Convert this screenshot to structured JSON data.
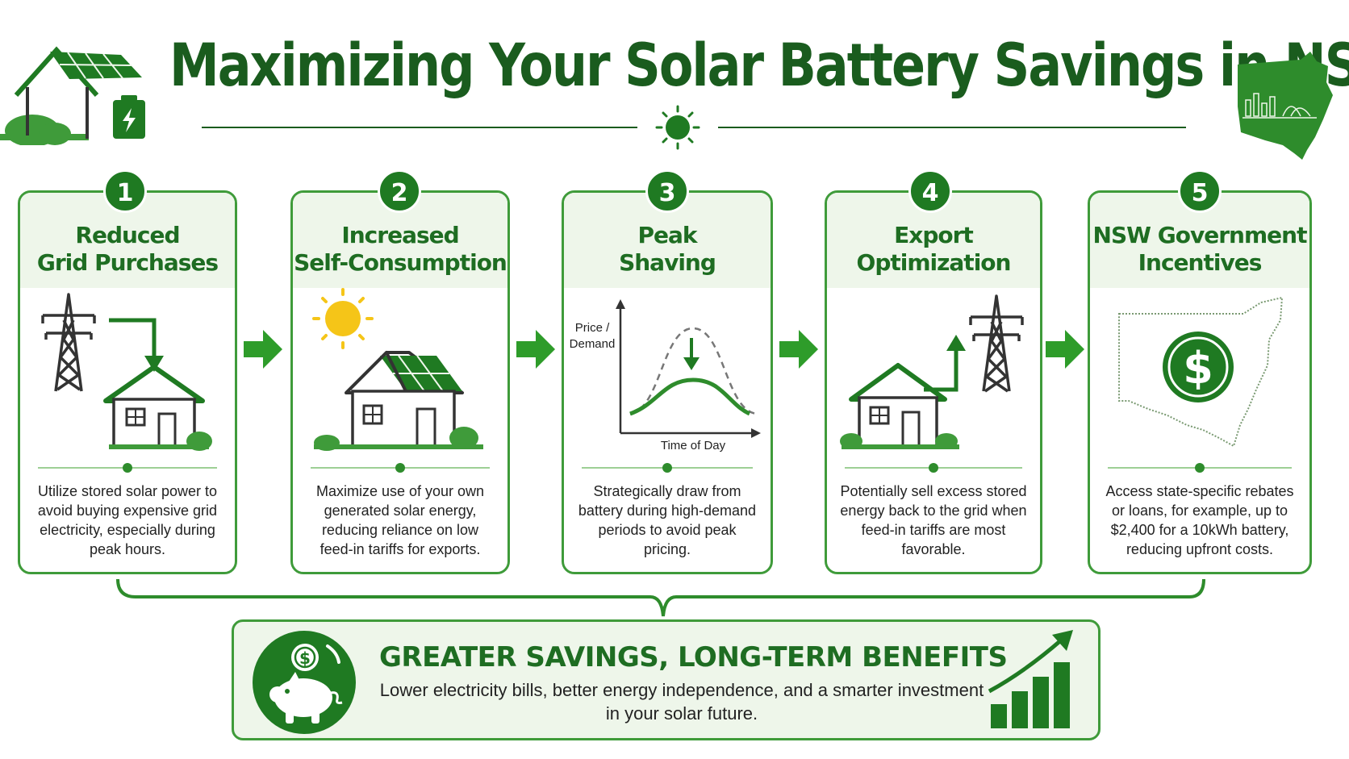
{
  "title": "Maximizing Your Solar Battery Savings in NSW",
  "steps": [
    {
      "number": "1",
      "title_line1": "Reduced",
      "title_line2": "Grid Purchases",
      "description": "Utilize stored solar power to avoid buying expensive grid electricity, especially during peak hours.",
      "icon": "transmission-tower-house-icon"
    },
    {
      "number": "2",
      "title_line1": "Increased",
      "title_line2": "Self-Consumption",
      "description": "Maximize use of your own generated solar energy, reducing reliance on low feed-in tariffs for exports.",
      "icon": "sun-solar-house-icon"
    },
    {
      "number": "3",
      "title_line1": "Peak",
      "title_line2": "Shaving",
      "description": "Strategically draw from battery during high-demand periods to avoid peak pricing.",
      "icon": "peak-curve-chart-icon",
      "chart_ylabel_line1": "Price /",
      "chart_ylabel_line2": "Demand",
      "chart_xlabel": "Time of Day"
    },
    {
      "number": "4",
      "title_line1": "Export",
      "title_line2": "Optimization",
      "description": "Potentially sell excess stored energy back to the grid when feed-in tariffs are most favorable.",
      "icon": "house-to-grid-icon"
    },
    {
      "number": "5",
      "title_line1": "NSW Government",
      "title_line2": "Incentives",
      "description": "Access state-specific rebates or loans, for example, up to $2,400 for a 10kWh battery, reducing upfront costs.",
      "icon": "nsw-map-dollar-icon"
    }
  ],
  "banner": {
    "title": "GREATER SAVINGS, LONG-TERM BENEFITS",
    "description": "Lower electricity bills, better energy independence, and a smarter investment in your solar future.",
    "left_icon": "piggy-bank-icon",
    "right_icon": "growth-bar-chart-icon"
  },
  "colors": {
    "dark_green": "#1a5c1e",
    "primary_green": "#1f7a22",
    "accent_green": "#3f9b3a",
    "light_green_bg": "#eef6ea",
    "sun_yellow": "#f5c518"
  }
}
